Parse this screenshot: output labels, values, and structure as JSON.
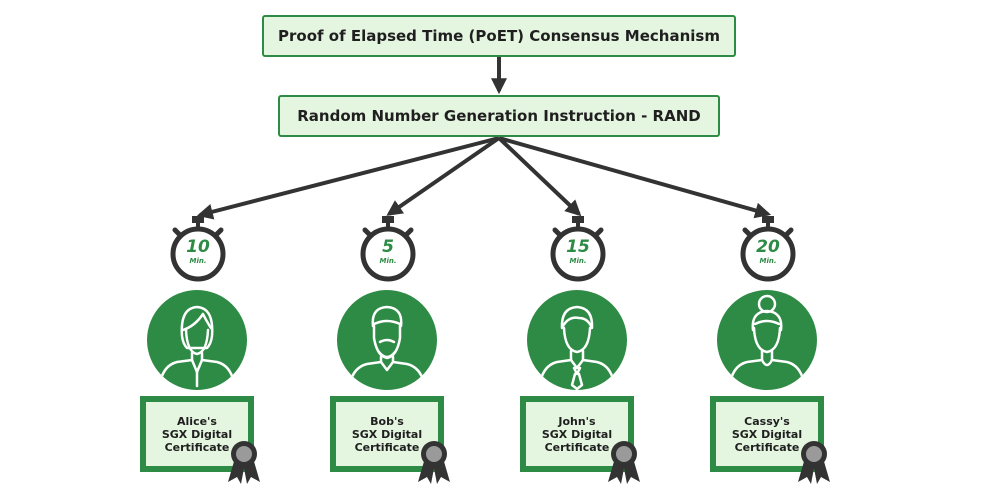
{
  "title": "Proof of Elapsed Time (PoET) Consensus Mechanism",
  "rand_label": "Random Number Generation Instruction - RAND",
  "colors": {
    "green": "#2e8b45",
    "light_green": "#e4f5e0",
    "dark": "#333333"
  },
  "nodes": [
    {
      "timer_value": "10",
      "timer_unit": "Min.",
      "avatar_icon": "woman-short-hair-icon",
      "cert_line1": "Alice's",
      "cert_line2": "SGX Digital",
      "cert_line3": "Certificate"
    },
    {
      "timer_value": "5",
      "timer_unit": "Min.",
      "avatar_icon": "bearded-man-icon",
      "cert_line1": "Bob's",
      "cert_line2": "SGX Digital",
      "cert_line3": "Certificate"
    },
    {
      "timer_value": "15",
      "timer_unit": "Min.",
      "avatar_icon": "man-with-tie-icon",
      "cert_line1": "John's",
      "cert_line2": "SGX Digital",
      "cert_line3": "Certificate"
    },
    {
      "timer_value": "20",
      "timer_unit": "Min.",
      "avatar_icon": "woman-bun-hair-icon",
      "cert_line1": "Cassy's",
      "cert_line2": "SGX Digital",
      "cert_line3": "Certificate"
    }
  ]
}
